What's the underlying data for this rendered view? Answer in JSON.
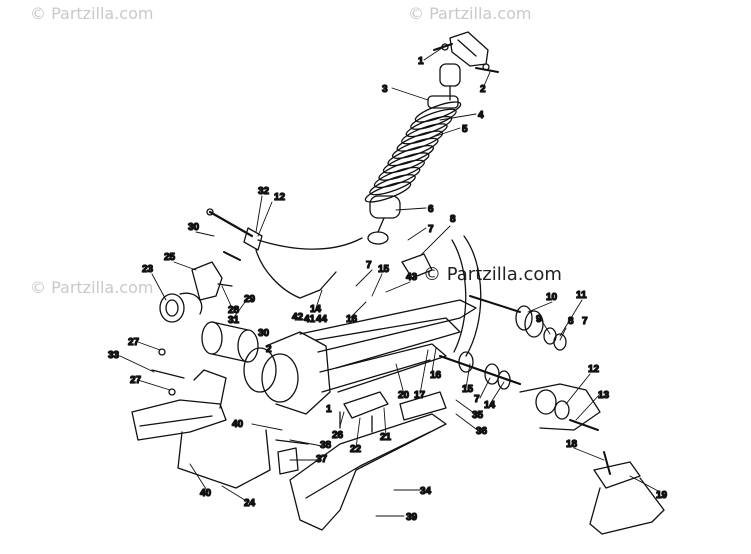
{
  "watermarks": {
    "top_left": "© Partzilla.com",
    "top_center": "© Partzilla.com",
    "mid_left": "© Partzilla.com",
    "center": "© Partzilla.com"
  },
  "callouts": {
    "c1a": "1",
    "c2a": "2",
    "c3": "3",
    "c4": "4",
    "c5": "5",
    "c6": "6",
    "c7a": "7",
    "c8a": "8",
    "c32": "32",
    "c12a": "12",
    "c30a": "30",
    "c25": "25",
    "c23": "23",
    "c28": "28",
    "c29": "29",
    "c31": "31",
    "c15a": "15",
    "c43": "43",
    "c16": "16",
    "c14a": "14",
    "c30b": "30",
    "c42": "42",
    "c41": "41",
    "c44": "44",
    "c2b": "2",
    "c10": "10",
    "c11": "11",
    "c9": "9",
    "c8b": "8",
    "c7b": "7",
    "c27a": "27",
    "c33": "33",
    "c27b": "27",
    "c17": "17",
    "c20": "20",
    "c16b": "16",
    "c15b": "15",
    "c7c": "7",
    "c14b": "14",
    "c12b": "12",
    "c35": "35",
    "c13": "13",
    "c36": "36",
    "c40a": "40",
    "c1b": "1",
    "c26": "26",
    "c22": "22",
    "c21": "21",
    "c38": "38",
    "c37": "37",
    "c18": "18",
    "c34": "34",
    "c19": "19",
    "c40b": "40",
    "c24": "24",
    "c39": "39"
  },
  "colors": {
    "ink": "#111111",
    "watermark": "#c9c9c9"
  }
}
